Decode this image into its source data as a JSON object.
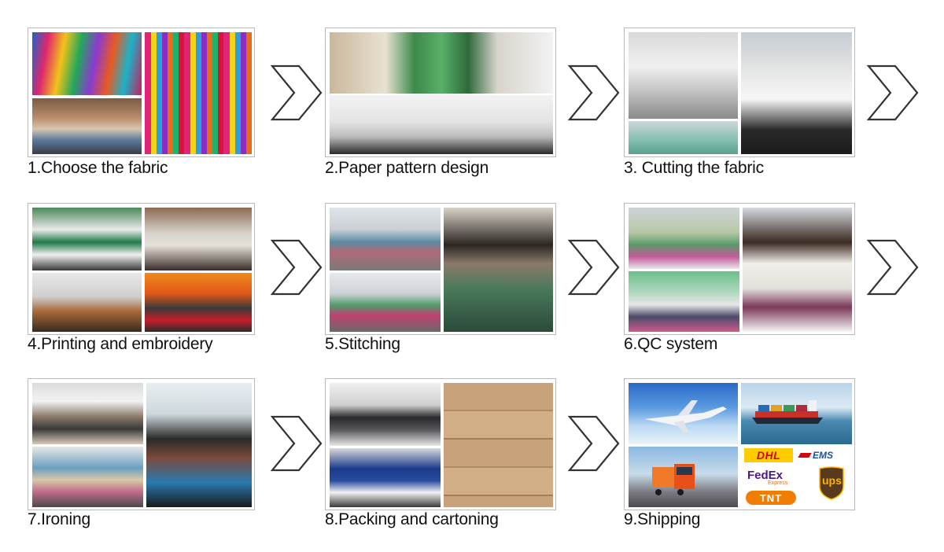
{
  "steps": [
    {
      "label": "1.Choose the fabric"
    },
    {
      "label": "2.Paper pattern design"
    },
    {
      "label": "3. Cutting the fabric"
    },
    {
      "label": "4.Printing and embroidery"
    },
    {
      "label": "5.Stitching"
    },
    {
      "label": "6.QC system"
    },
    {
      "label": "7.Ironing"
    },
    {
      "label": "8.Packing and cartoning"
    },
    {
      "label": "9.Shipping"
    }
  ],
  "carriers": {
    "dhl": "DHL",
    "ems": "EMS",
    "fedex": "FedEx",
    "fedex_sub": "Express",
    "tnt": "TNT",
    "ups": "ups"
  },
  "colors": {
    "card_border": "#b9b9b9",
    "arrow_stroke": "#333333",
    "dhl_yellow": "#ffcc00",
    "dhl_red": "#d40511",
    "ems_blue": "#1b4fa0",
    "fedex_purple": "#4d148c",
    "fedex_orange": "#ff6600",
    "tnt_orange": "#f07d00",
    "ups_brown": "#5a3a1e",
    "ups_gold": "#ffb500"
  }
}
